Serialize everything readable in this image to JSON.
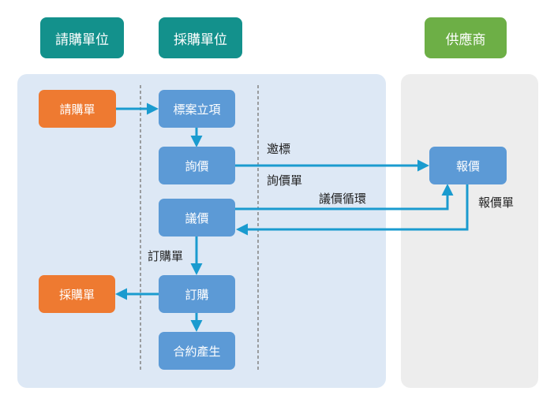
{
  "headers": {
    "requesting_unit": "請購單位",
    "purchasing_unit": "採購單位",
    "supplier": "供應商"
  },
  "nodes": {
    "purchase_request": "請購單",
    "project_setup": "標案立項",
    "inquiry": "詢價",
    "negotiation": "議價",
    "purchase_order_node": "訂購",
    "contract_generation": "合約產生",
    "purchase_order_doc": "採購單",
    "quotation": "報價"
  },
  "edge_labels": {
    "invite_bid": "邀標",
    "inquiry_sheet": "詢價單",
    "negotiation_cycle": "議價循環",
    "quotation_sheet": "報價單",
    "order_sheet": "訂購單"
  },
  "colors": {
    "header_teal": "#13918C",
    "header_green": "#6DAF46",
    "node_blue": "#5C9AD6",
    "node_orange": "#EE7A31",
    "arrow": "#1A9BCF",
    "panel_blue": "#DDE8F5",
    "panel_gray": "#EDEDED"
  }
}
